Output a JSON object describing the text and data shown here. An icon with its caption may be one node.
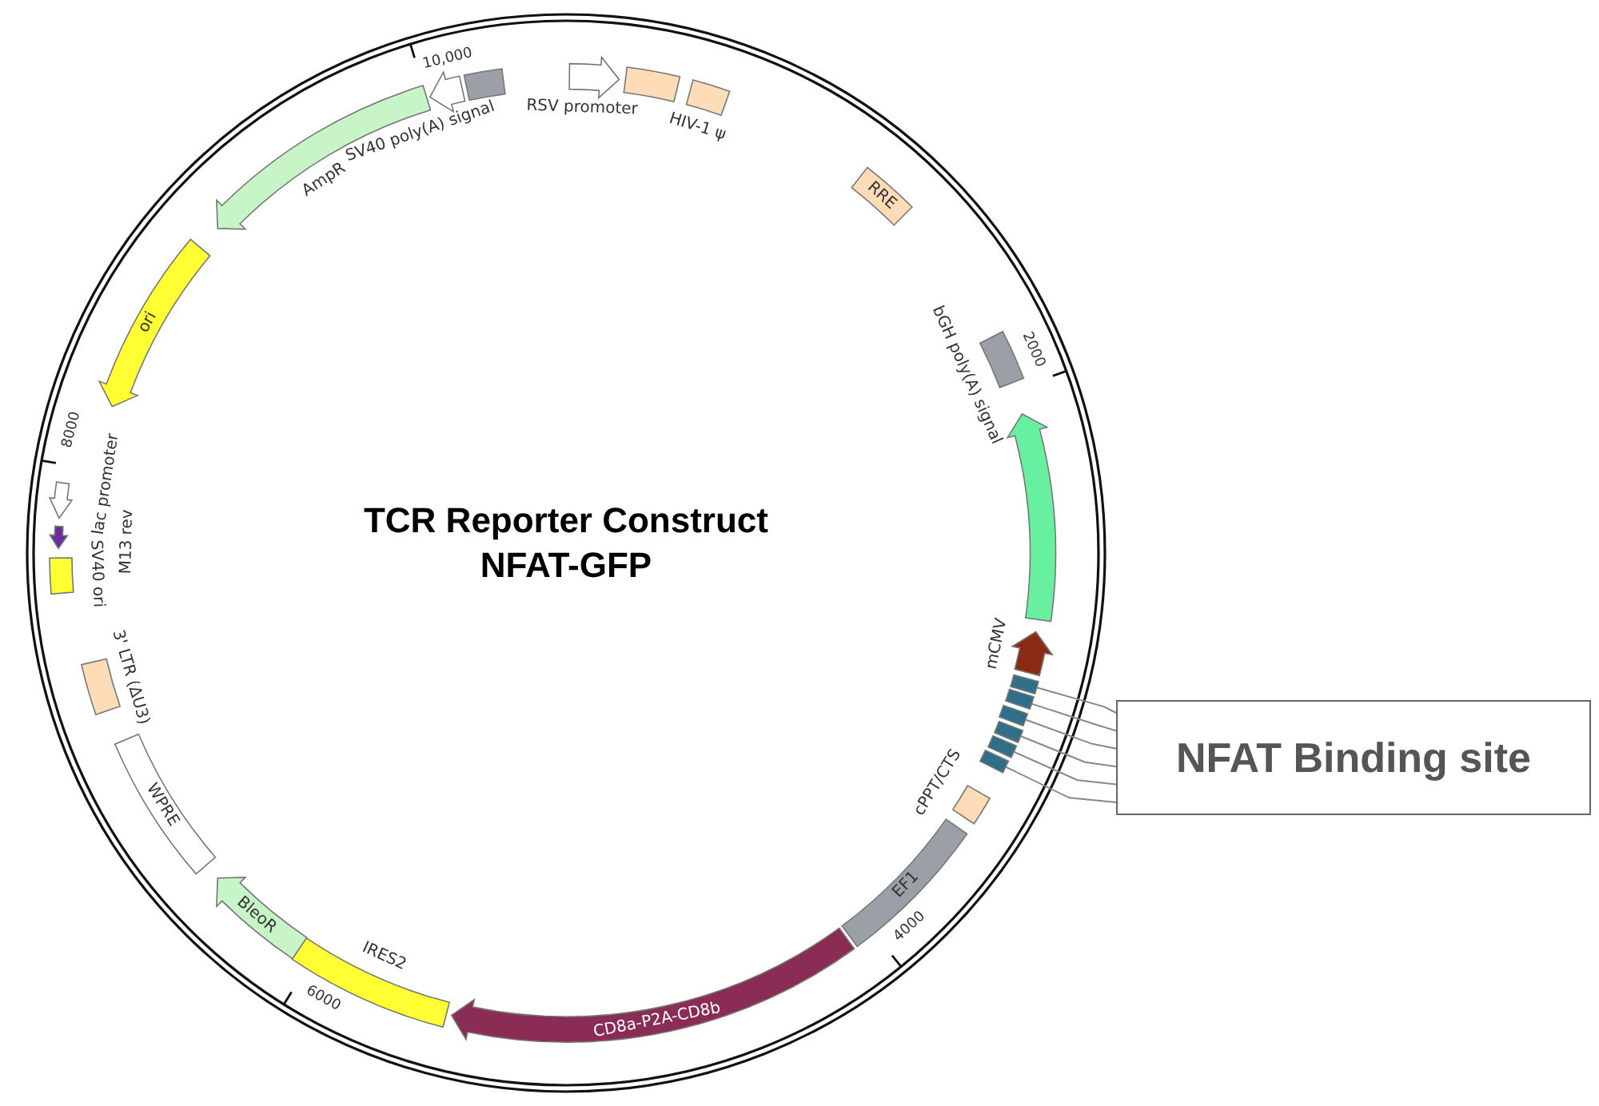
{
  "diagram": {
    "title": "TCR Reporter Construct NFAT-GFP",
    "nodes": [
      {
        "text": [],
        "shape": "arrow",
        "beside": [
          "RSV promoter"
        ]
      },
      {
        "text": [],
        "shape": "box"
      },
      {
        "text": [],
        "shape": "box",
        "beside": [
          "HIV-1 ψ"
        ]
      },
      {
        "text": [
          "RRE"
        ]
      },
      {
        "text": [],
        "shape": "box",
        "beside": [
          "bGH poly(A) signal"
        ]
      },
      {
        "text": [],
        "shape": "arrow"
      },
      {
        "text": [],
        "shape": "arrow",
        "beside": [
          "mCMV"
        ]
      },
      {
        "text": [],
        "shape": "box"
      },
      {
        "text": [],
        "shape": "box"
      },
      {
        "text": [],
        "shape": "box"
      },
      {
        "text": [],
        "shape": "box"
      },
      {
        "text": [],
        "shape": "box"
      },
      {
        "text": [],
        "shape": "box"
      },
      {
        "text": [
          "NFAT Binding site"
        ]
      },
      {
        "text": [],
        "shape": "box",
        "beside": [
          "cPPT/CTS"
        ]
      },
      {
        "text": [
          "EF1"
        ]
      },
      {
        "text": [
          "CD8a-P2A-CD8b"
        ]
      },
      {
        "text": [],
        "shape": "box",
        "beside": [
          "IRES2"
        ]
      },
      {
        "text": [
          "BleoR"
        ]
      },
      {
        "text": [
          "WPRE"
        ]
      },
      {
        "text": [],
        "shape": "box",
        "beside": [
          "3' LTR (ΔU3)"
        ]
      },
      {
        "text": [],
        "shape": "box",
        "beside": [
          "SV40 ori"
        ]
      },
      {
        "text": [],
        "shape": "arrow",
        "beside": [
          "M13 rev"
        ]
      },
      {
        "text": [],
        "shape": "arrow",
        "beside": [
          "lac promoter"
        ]
      },
      {
        "text": [
          "ori"
        ]
      },
      {
        "text": [],
        "shape": "arrow",
        "beside": [
          "AmpR"
        ]
      },
      {
        "text": [],
        "shape": "arrow"
      },
      {
        "text": [],
        "shape": "box",
        "beside": [
          "SV40 poly(A) signal"
        ]
      }
    ],
    "edges": [
      {
        "from": 13,
        "to": 7,
        "arrow": "none"
      },
      {
        "from": 13,
        "to": 8,
        "arrow": "none"
      },
      {
        "from": 13,
        "to": 9,
        "arrow": "none"
      },
      {
        "from": 13,
        "to": 10,
        "arrow": "none"
      },
      {
        "from": 13,
        "to": 11,
        "arrow": "none"
      },
      {
        "from": 13,
        "to": 12,
        "arrow": "none"
      }
    ],
    "labels": [
      "10,000",
      "2000",
      "4000",
      "6000",
      "8000"
    ]
  }
}
